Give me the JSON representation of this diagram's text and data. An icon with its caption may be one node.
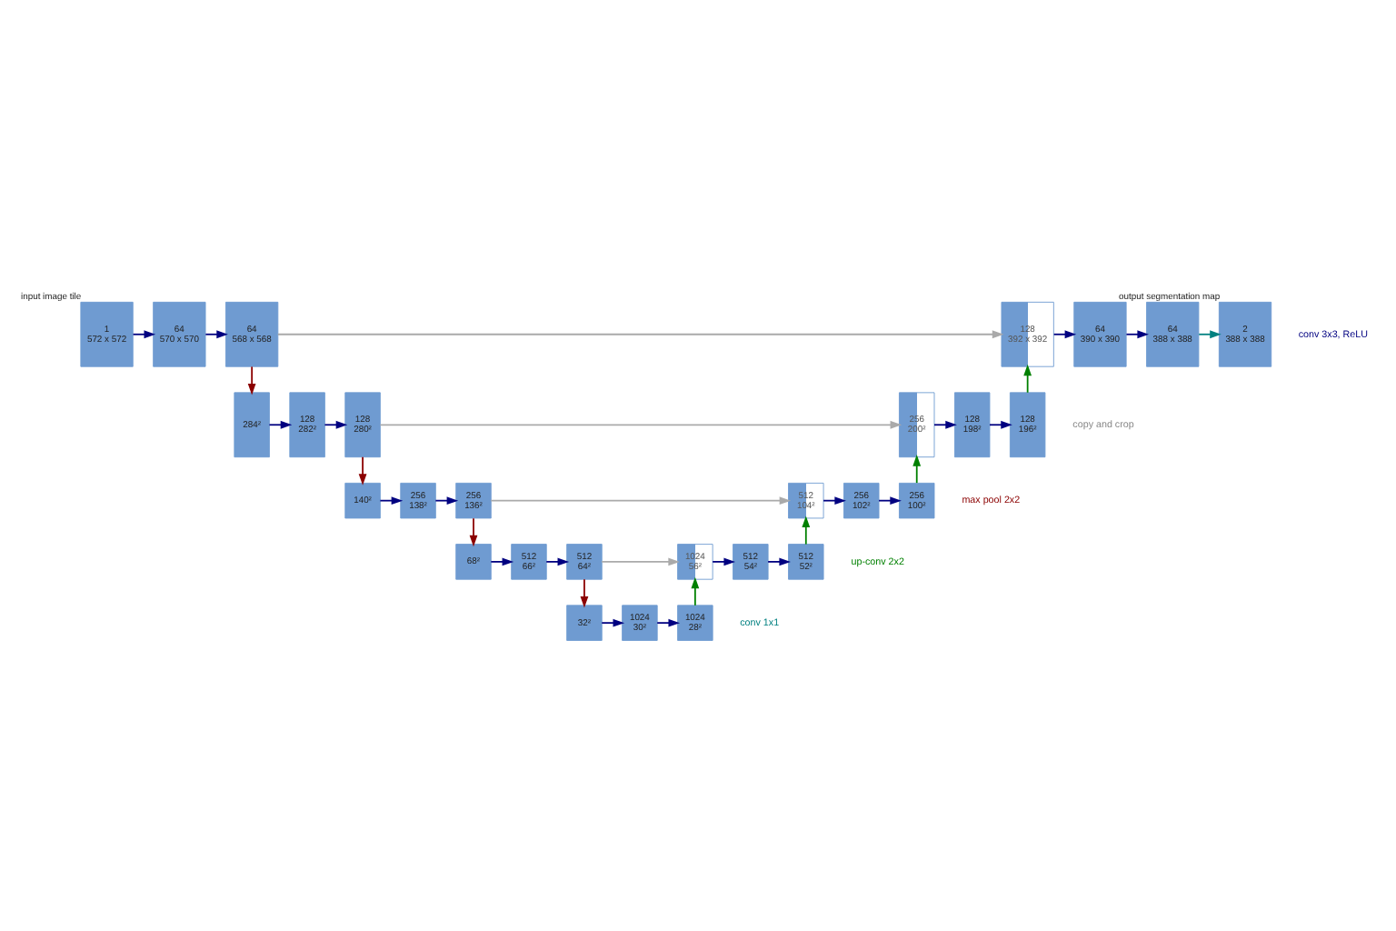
{
  "diagram": {
    "nodes": [
      {
        "text": [
          "1",
          "572 x 572"
        ],
        "beside": [
          "input image tile"
        ]
      },
      {
        "text": [
          "64",
          "570 x 570"
        ]
      },
      {
        "text": [
          "64",
          "568 x 568"
        ]
      },
      {
        "text": [
          "284²"
        ]
      },
      {
        "text": [
          "128",
          "282²"
        ]
      },
      {
        "text": [
          "128",
          "280²"
        ]
      },
      {
        "text": [
          "140²"
        ]
      },
      {
        "text": [
          "256",
          "138²"
        ]
      },
      {
        "text": [
          "256",
          "136²"
        ]
      },
      {
        "text": [
          "68²"
        ]
      },
      {
        "text": [
          "512",
          "66²"
        ]
      },
      {
        "text": [
          "512",
          "64²"
        ]
      },
      {
        "text": [
          "32²"
        ]
      },
      {
        "text": [
          "1024",
          "30²"
        ]
      },
      {
        "text": [
          "1024",
          "28²"
        ]
      },
      {
        "text": [
          "1024",
          "56²"
        ]
      },
      {
        "text": [
          "512",
          "54²"
        ]
      },
      {
        "text": [
          "512",
          "52²"
        ]
      },
      {
        "text": [
          "512",
          "104²"
        ]
      },
      {
        "text": [
          "256",
          "102²"
        ]
      },
      {
        "text": [
          "256",
          "100²"
        ]
      },
      {
        "text": [
          "256",
          "200²"
        ]
      },
      {
        "text": [
          "128",
          "198²"
        ]
      },
      {
        "text": [
          "128",
          "196²"
        ]
      },
      {
        "text": [
          "128",
          "392 x 392"
        ]
      },
      {
        "text": [
          "64",
          "390 x 390"
        ]
      },
      {
        "text": [
          "64",
          "388 x 388"
        ]
      },
      {
        "text": [
          "2",
          "388 x 388"
        ],
        "beside": [
          "output segmentation map"
        ]
      }
    ],
    "edges": [
      {
        "from": 0,
        "to": 1,
        "arrow": "to"
      },
      {
        "from": 1,
        "to": 2,
        "arrow": "to"
      },
      {
        "from": 2,
        "to": 3,
        "arrow": "to",
        "color": "#8b0000"
      },
      {
        "from": 3,
        "to": 4,
        "arrow": "to"
      },
      {
        "from": 4,
        "to": 5,
        "arrow": "to"
      },
      {
        "from": 5,
        "to": 6,
        "arrow": "to",
        "color": "#8b0000"
      },
      {
        "from": 6,
        "to": 7,
        "arrow": "to"
      },
      {
        "from": 7,
        "to": 8,
        "arrow": "to"
      },
      {
        "from": 8,
        "to": 9,
        "arrow": "to",
        "color": "#8b0000"
      },
      {
        "from": 9,
        "to": 10,
        "arrow": "to"
      },
      {
        "from": 10,
        "to": 11,
        "arrow": "to"
      },
      {
        "from": 11,
        "to": 12,
        "arrow": "to",
        "color": "#8b0000"
      },
      {
        "from": 12,
        "to": 13,
        "arrow": "to"
      },
      {
        "from": 13,
        "to": 14,
        "arrow": "to"
      },
      {
        "from": 14,
        "to": 15,
        "arrow": "to",
        "color": "#008000"
      },
      {
        "from": 11,
        "to": 15,
        "arrow": "to",
        "color": "#aaaaaa"
      },
      {
        "from": 15,
        "to": 16,
        "arrow": "to"
      },
      {
        "from": 16,
        "to": 17,
        "arrow": "to"
      },
      {
        "from": 17,
        "to": 18,
        "arrow": "to",
        "color": "#008000"
      },
      {
        "from": 8,
        "to": 18,
        "arrow": "to",
        "color": "#aaaaaa"
      },
      {
        "from": 18,
        "to": 19,
        "arrow": "to"
      },
      {
        "from": 19,
        "to": 20,
        "arrow": "to"
      },
      {
        "from": 20,
        "to": 21,
        "arrow": "to",
        "color": "#008000"
      },
      {
        "from": 5,
        "to": 21,
        "arrow": "to",
        "color": "#aaaaaa"
      },
      {
        "from": 21,
        "to": 22,
        "arrow": "to"
      },
      {
        "from": 22,
        "to": 23,
        "arrow": "to"
      },
      {
        "from": 23,
        "to": 24,
        "arrow": "to",
        "color": "#008000"
      },
      {
        "from": 2,
        "to": 24,
        "arrow": "to",
        "color": "#aaaaaa"
      },
      {
        "from": 24,
        "to": 25,
        "arrow": "to"
      },
      {
        "from": 25,
        "to": 26,
        "arrow": "to"
      },
      {
        "from": 26,
        "to": 27,
        "arrow": "to",
        "color": "#008080"
      }
    ],
    "legend": [
      {
        "text": "conv 3x3, ReLU"
      },
      {
        "text": "copy and crop"
      },
      {
        "text": "max pool 2x2"
      },
      {
        "text": "up-conv 2x2"
      },
      {
        "text": "conv 1x1"
      }
    ]
  }
}
